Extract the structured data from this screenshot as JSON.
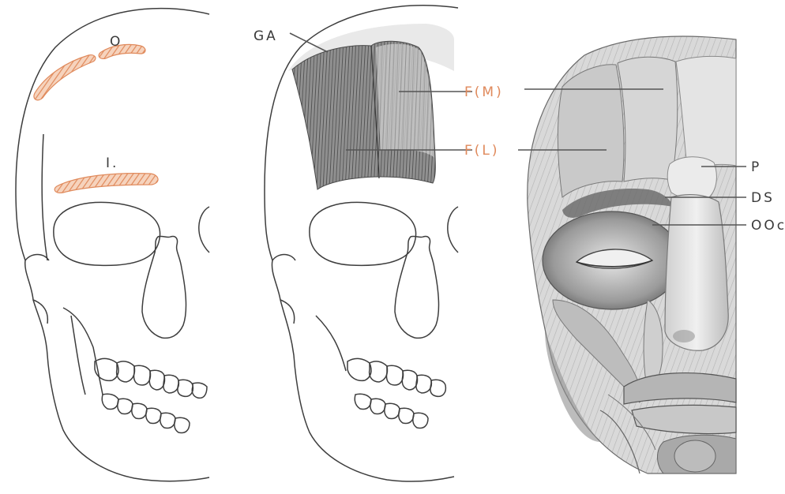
{
  "colors": {
    "accent": "#e08a5c",
    "ink": "#3a3a3a",
    "muscle_dark": "#6f6f6f",
    "muscle_light": "#d8d8d8"
  },
  "panels": {
    "skull_origins": {
      "labels": {
        "origin": "O",
        "insertion": "I."
      }
    },
    "frontalis_skull": {
      "labels": {
        "ga": "GA",
        "fm": "F(M)",
        "fl": "F(L)"
      }
    },
    "facial_muscles": {
      "labels": {
        "p": "P",
        "ds": "DS",
        "ooc": "OOc"
      }
    }
  }
}
